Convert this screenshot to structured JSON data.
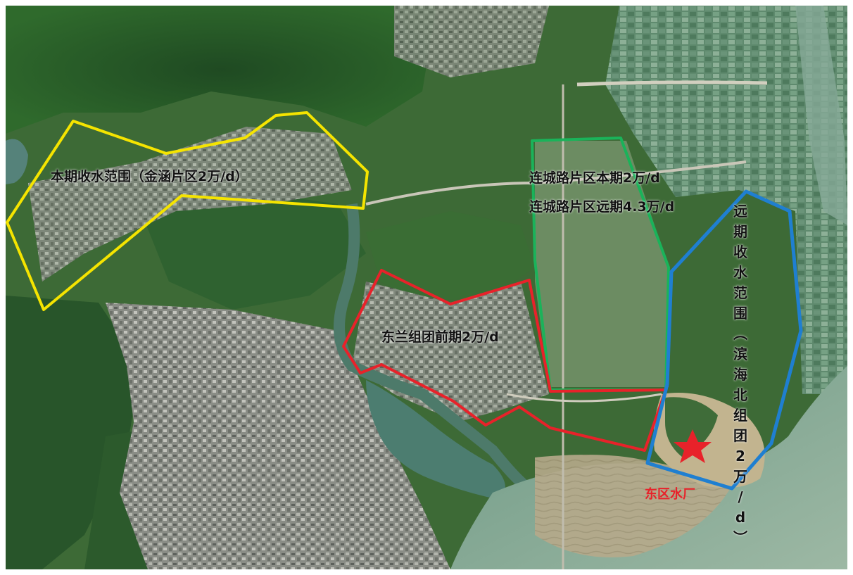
{
  "map": {
    "zones": [
      {
        "key": "jinhan",
        "label": "本期收水范围（金涵片区2万/d）",
        "color": "#f5e400"
      },
      {
        "key": "donglan",
        "label": "东兰组团前期2万/d",
        "color": "#e8222a"
      },
      {
        "key": "lianchenglu",
        "label_current": "连城路片区本期2万/d",
        "label_future": "连城路片区远期4.3万/d",
        "color": "#1ab35a"
      },
      {
        "key": "binhai",
        "label": "远期收水范围（滨海北组团2万/d）",
        "color": "#1f7fd1"
      }
    ],
    "water_plant": {
      "label": "东区水厂",
      "marker": "star-icon",
      "color": "#e8222a"
    }
  }
}
